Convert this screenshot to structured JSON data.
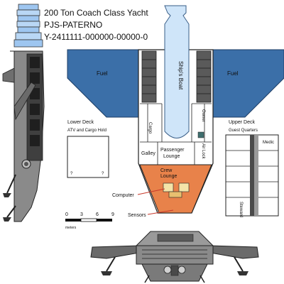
{
  "title": {
    "line1": "200 Ton Coach Class Yacht",
    "line2": "PJS-PATERNO",
    "line3": "Y-2411111-000000-00000-0"
  },
  "labels": {
    "fuel_left": "Fuel",
    "fuel_right": "Fuel",
    "ships_boat": "Ship's Boat",
    "lower_deck": "Lower Deck",
    "atv_cargo": "ATV and Cargo Hold",
    "upper_deck": "Upper Deck",
    "guest_quarters": "Guest Quarters",
    "medic": "Medic",
    "steward": "Steward",
    "galley": "Galley",
    "passenger_lounge_1": "Passenger",
    "passenger_lounge_2": "Lounge",
    "crew_lounge_1": "Crew",
    "crew_lounge_2": "Lounge",
    "computer": "Computer",
    "sensors": "Sensors",
    "cargo_left": "Cargo",
    "owner": "Owner",
    "air_lock": "Air Lock"
  },
  "scale": {
    "ticks": [
      "0",
      "3",
      "6",
      "9"
    ],
    "unit": "meters"
  },
  "colors": {
    "fuel": "#3b6fa8",
    "crew": "#e8824a",
    "hull_gray": "#808080",
    "dark_gray": "#3f3f3f",
    "turret_blue": "#9ec6f0"
  }
}
